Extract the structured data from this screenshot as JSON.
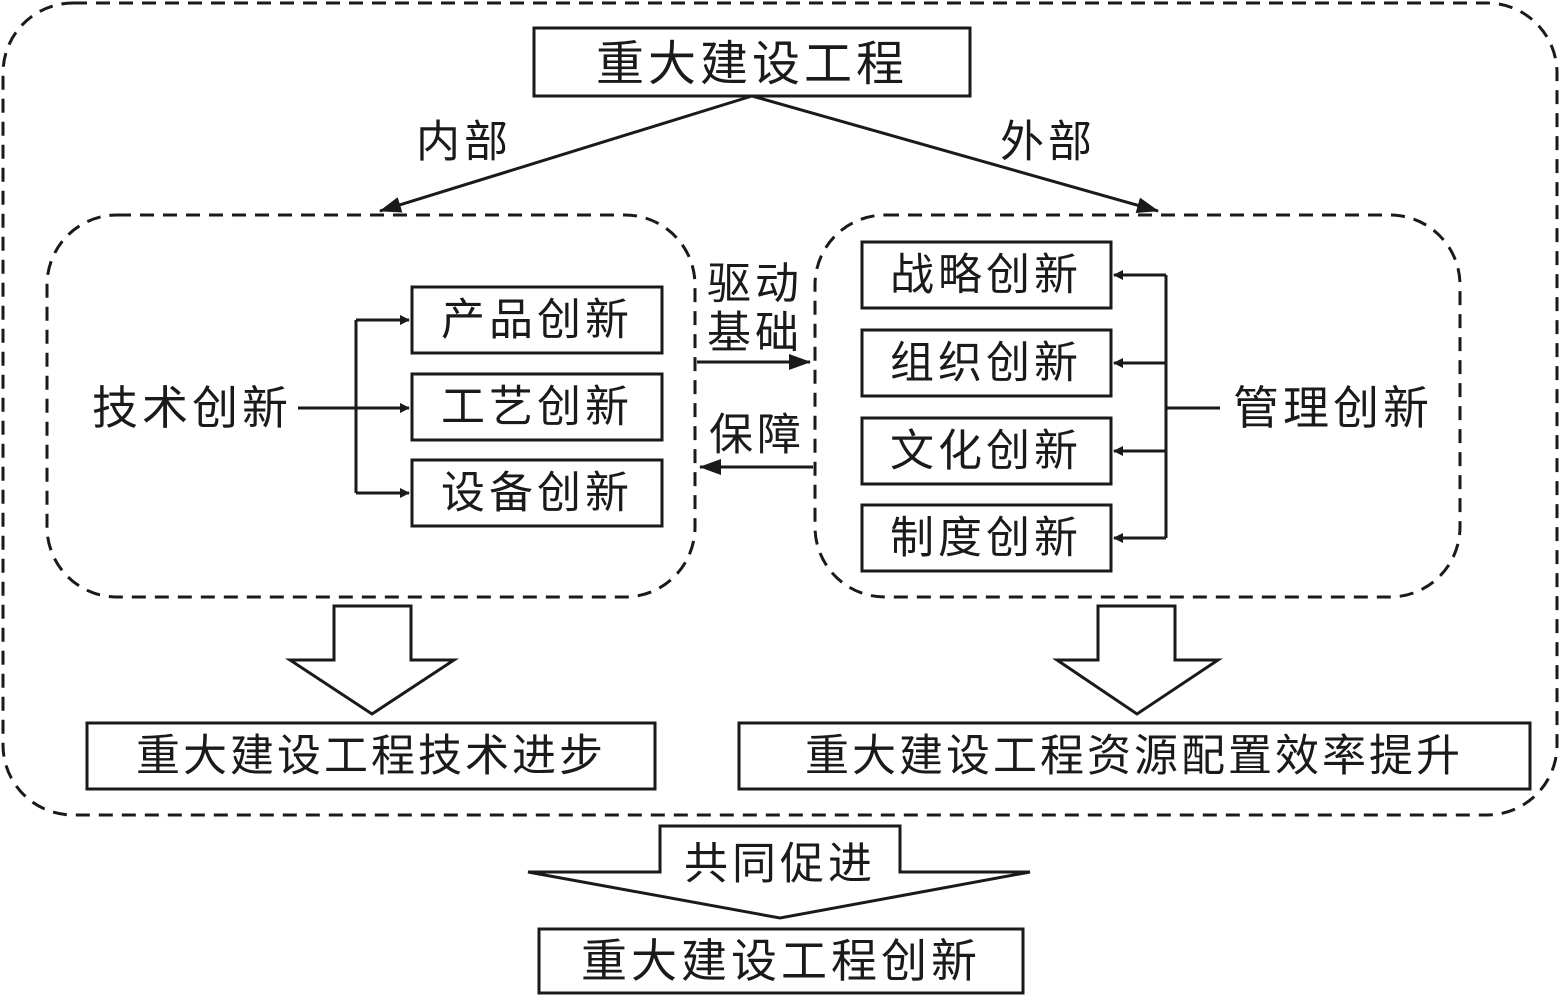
{
  "diagram": {
    "root": "重大建设工程",
    "internal_label": "内部",
    "external_label": "外部",
    "tech": {
      "main": "技术创新",
      "items": [
        "产品创新",
        "工艺创新",
        "设备创新"
      ]
    },
    "mgmt": {
      "main": "管理创新",
      "items": [
        "战略创新",
        "组织创新",
        "文化创新",
        "制度创新"
      ]
    },
    "drive_line1": "驱动",
    "drive_line2": "基础",
    "guarantee": "保障",
    "tech_outcome": "重大建设工程技术进步",
    "mgmt_outcome": "重大建设工程资源配置效率提升",
    "joint_label": "共同促进",
    "final": "重大建设工程创新"
  },
  "style": {
    "ink": "#1a1a1a",
    "background": "#ffffff"
  }
}
